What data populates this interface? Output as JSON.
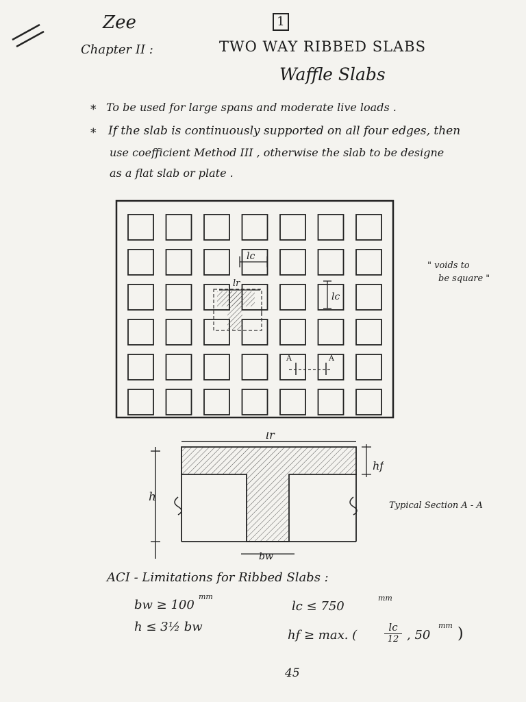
{
  "header": {
    "author": "Zee",
    "page_box": "1",
    "chapter_label": "Chapter II :",
    "title": "TWO WAY RIBBED SLABS",
    "subtitle": "Waffle Slabs"
  },
  "notes": {
    "bullet1": "To be used for large spans and moderate live loads .",
    "bullet2_line1": "If the slab is continuously supported on all four edges, then",
    "bullet2_line2": "use coefficient Method III , otherwise the slab to be designe",
    "bullet2_line3": "as a flat slab or plate ."
  },
  "plan": {
    "lc_label": "lc",
    "lr_label": "lr",
    "section_mark": "A",
    "voids_note_line1": "\" voids to",
    "voids_note_line2": "be square \""
  },
  "section": {
    "lr_label": "lr",
    "hf_label": "hf",
    "h_label": "h",
    "bw_label": "bw",
    "caption": "Typical Section A - A"
  },
  "limitations": {
    "heading": "ACI - Limitations for Ribbed Slabs :",
    "bw_rule": "bw ≥ 100",
    "bw_unit": "mm",
    "h_rule": "h ≤ 3½ bw",
    "lc_rule": "lc ≤ 750",
    "lc_unit": "mm",
    "hf_rule_prefix": "hf ≥ max. (",
    "hf_frac_num": "lc",
    "hf_frac_den": "12",
    "hf_rule_suffix": ", 50",
    "hf_unit": "mm",
    "hf_close": ")"
  },
  "footer": {
    "page_number": "45"
  }
}
